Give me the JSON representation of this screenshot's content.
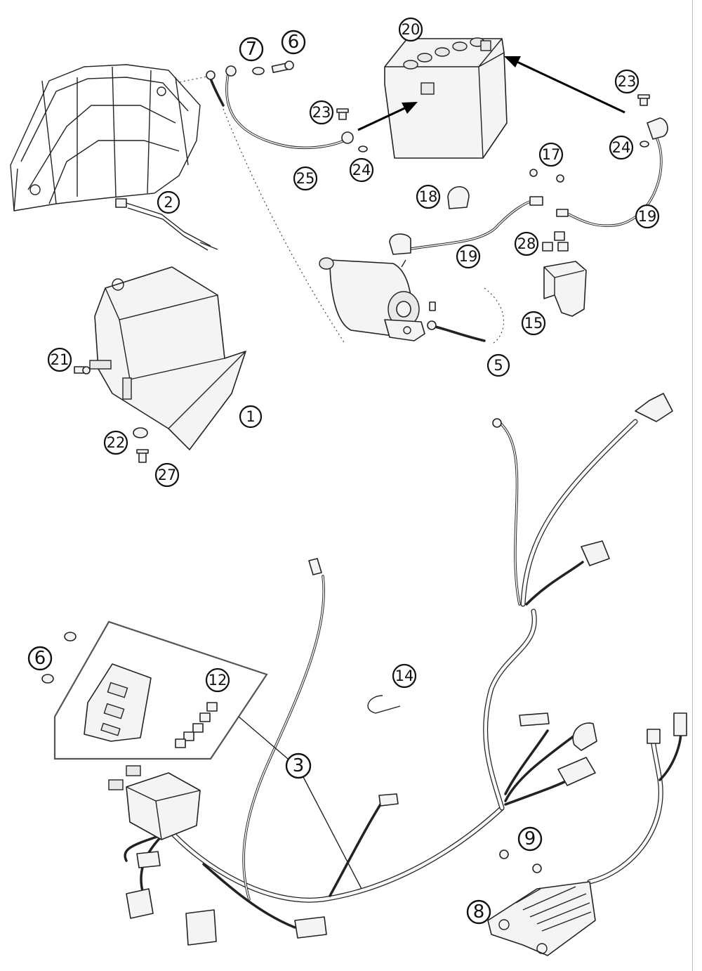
{
  "callouts": [
    {
      "id": "c1",
      "label": "1"
    },
    {
      "id": "c2",
      "label": "2"
    },
    {
      "id": "c3",
      "label": "3"
    },
    {
      "id": "c5",
      "label": "5"
    },
    {
      "id": "c6a",
      "label": "6"
    },
    {
      "id": "c6b",
      "label": "6"
    },
    {
      "id": "c7",
      "label": "7"
    },
    {
      "id": "c8",
      "label": "8"
    },
    {
      "id": "c9",
      "label": "9"
    },
    {
      "id": "c12",
      "label": "12"
    },
    {
      "id": "c14",
      "label": "14"
    },
    {
      "id": "c15",
      "label": "15"
    },
    {
      "id": "c17",
      "label": "17"
    },
    {
      "id": "c18",
      "label": "18"
    },
    {
      "id": "c19a",
      "label": "19"
    },
    {
      "id": "c19b",
      "label": "19"
    },
    {
      "id": "c20",
      "label": "20"
    },
    {
      "id": "c21",
      "label": "21"
    },
    {
      "id": "c22",
      "label": "22"
    },
    {
      "id": "c23a",
      "label": "23"
    },
    {
      "id": "c23b",
      "label": "23"
    },
    {
      "id": "c24a",
      "label": "24"
    },
    {
      "id": "c24b",
      "label": "24"
    },
    {
      "id": "c25",
      "label": "25"
    },
    {
      "id": "c27",
      "label": "27"
    },
    {
      "id": "c28",
      "label": "28"
    }
  ]
}
